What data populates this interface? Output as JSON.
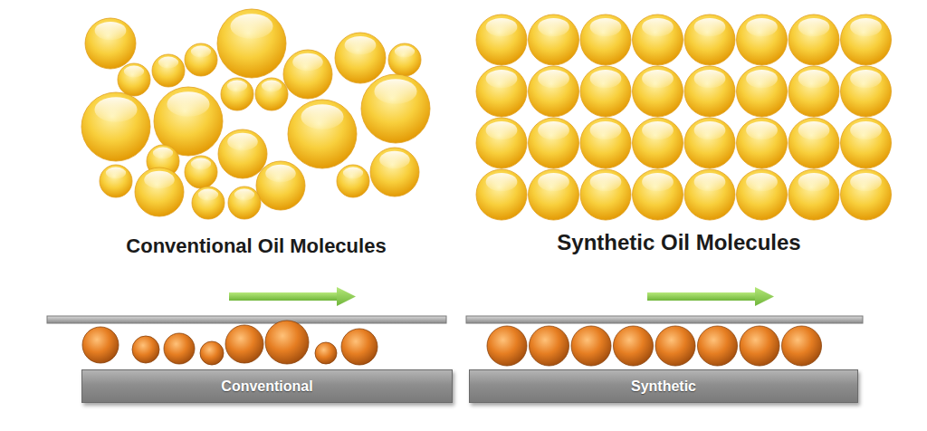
{
  "diagram": {
    "nodes": [
      {
        "text": [
          "Conventional"
        ]
      },
      {
        "text": [
          "Synthetic"
        ]
      }
    ],
    "labels": [
      "Conventional Oil Molecules",
      "Synthetic Oil Molecules"
    ]
  }
}
